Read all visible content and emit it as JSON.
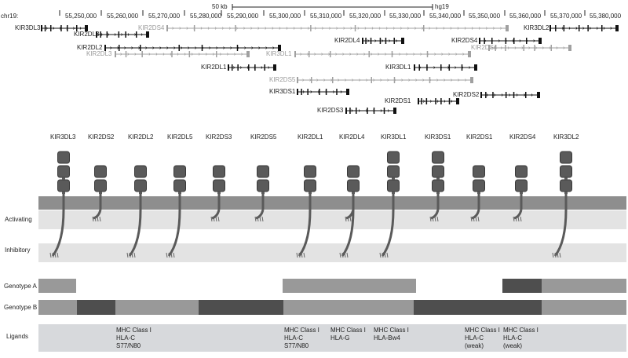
{
  "track": {
    "chrom_label": "chr19:",
    "scale_label": "50 kb",
    "assembly": "hg19",
    "ticks": [
      "55,250,000",
      "55,260,000",
      "55,270,000",
      "55,280,000",
      "55,290,000",
      "55,300,000",
      "55,310,000",
      "55,320,000",
      "55,330,000",
      "55,340,000",
      "55,350,000",
      "55,360,000",
      "55,370,000",
      "55,380,000"
    ],
    "genes": [
      {
        "name": "KIR3DL3",
        "gray": false
      },
      {
        "name": "KIR2DL3",
        "gray": false
      },
      {
        "name": "KIR2DS4",
        "gray": true
      },
      {
        "name": "KIR3DL2",
        "gray": false
      },
      {
        "name": "KIR2DL2",
        "gray": false
      },
      {
        "name": "KIR2DL3",
        "gray": true
      },
      {
        "name": "KIR2DL4",
        "gray": false
      },
      {
        "name": "KIR2DS4",
        "gray": false
      },
      {
        "name": "KIR3DL1",
        "gray": true
      },
      {
        "name": "KIR2DS4",
        "gray": true
      },
      {
        "name": "KIR2DL1",
        "gray": false
      },
      {
        "name": "KIR3DL1",
        "gray": false
      },
      {
        "name": "KIR2DS5",
        "gray": true
      },
      {
        "name": "KIR3DS1",
        "gray": false
      },
      {
        "name": "KIR2DS1",
        "gray": false
      },
      {
        "name": "KIR2DS2",
        "gray": false
      },
      {
        "name": "KIR2DS3",
        "gray": false
      }
    ]
  },
  "receptors": [
    {
      "name": "KIR3DL3",
      "domains": 3,
      "signal": "inhibitory"
    },
    {
      "name": "KIR2DS2",
      "domains": 2,
      "signal": "activating"
    },
    {
      "name": "KIR2DL2",
      "domains": 2,
      "signal": "inhibitory"
    },
    {
      "name": "KIR2DL5",
      "domains": 2,
      "signal": "inhibitory"
    },
    {
      "name": "KIR2DS3",
      "domains": 2,
      "signal": "activating"
    },
    {
      "name": "KIR2DS5",
      "domains": 2,
      "signal": "activating"
    },
    {
      "name": "KIR2DL1",
      "domains": 2,
      "signal": "inhibitory"
    },
    {
      "name": "KIR2DL4",
      "domains": 2,
      "signal": "both"
    },
    {
      "name": "KIR3DL1",
      "domains": 3,
      "signal": "inhibitory"
    },
    {
      "name": "KIR3DS1",
      "domains": 3,
      "signal": "activating"
    },
    {
      "name": "KIR2DS1",
      "domains": 2,
      "signal": "activating"
    },
    {
      "name": "KIR2DS4",
      "domains": 2,
      "signal": "activating"
    },
    {
      "name": "KIR3DL2",
      "domains": 3,
      "signal": "inhibitory"
    }
  ],
  "rows": {
    "activating": "Activating",
    "inhibitory": "Inhibitory",
    "genotype_a": "Genotype A",
    "genotype_b": "Genotype B",
    "ligands": "Ligands"
  },
  "ligands": [
    {
      "text": "MHC Class I\nHLA-C\nS77/N80"
    },
    {
      "text": "MHC Class I\nHLA-C\nS77/N80"
    },
    {
      "text": "MHC Class I\nHLA-G"
    },
    {
      "text": "MHC Class I\nHLA-Bw4"
    },
    {
      "text": "MHC Class I\nHLA-C\n(weak)"
    },
    {
      "text": "MHC Class I\nHLA-C\n(weak)"
    }
  ],
  "colors": {
    "membrane": "#8e8e8e",
    "band_light": "#e3e3e3",
    "genotype_light": "#999999",
    "genotype_dark": "#4e4e4e",
    "ligand_band": "#d7d9dc",
    "domain": "#5a5a5a"
  }
}
